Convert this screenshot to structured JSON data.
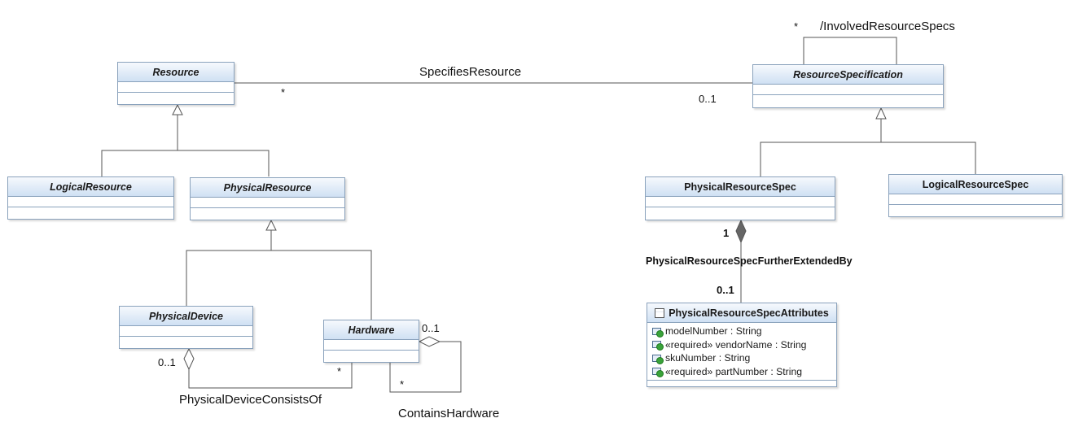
{
  "classes": {
    "resource": "Resource",
    "logical_resource": "LogicalResource",
    "physical_resource": "PhysicalResource",
    "physical_device": "PhysicalDevice",
    "hardware": "Hardware",
    "resource_specification": "ResourceSpecification",
    "physical_resource_spec": "PhysicalResourceSpec",
    "logical_resource_spec": "LogicalResourceSpec",
    "physical_resource_spec_attributes": "PhysicalResourceSpecAttributes"
  },
  "attributes": [
    "modelNumber : String",
    "«required» vendorName : String",
    "skuNumber : String",
    "«required» partNumber : String"
  ],
  "associations": {
    "specifies_resource": {
      "name": "SpecifiesResource",
      "end_resource": "*",
      "end_spec": "0..1"
    },
    "involved_resource_specs": {
      "name": "/InvolvedResourceSpecs",
      "mult": "*"
    },
    "further_extended_by": {
      "name": "PhysicalResourceSpecFurtherExtendedBy",
      "end_spec": "1",
      "end_attrs": "0..1"
    },
    "consists_of": {
      "name": "PhysicalDeviceConsistsOf",
      "end_device": "0..1",
      "end_hardware": "*"
    },
    "contains_hardware": {
      "name": "ContainsHardware",
      "end_whole": "0..1",
      "end_part": "*"
    }
  },
  "colors": {
    "class_border": "#8aa2bc",
    "class_header_top": "#f6f9fd",
    "class_header_bottom": "#cfe0f3",
    "line": "#555555"
  }
}
